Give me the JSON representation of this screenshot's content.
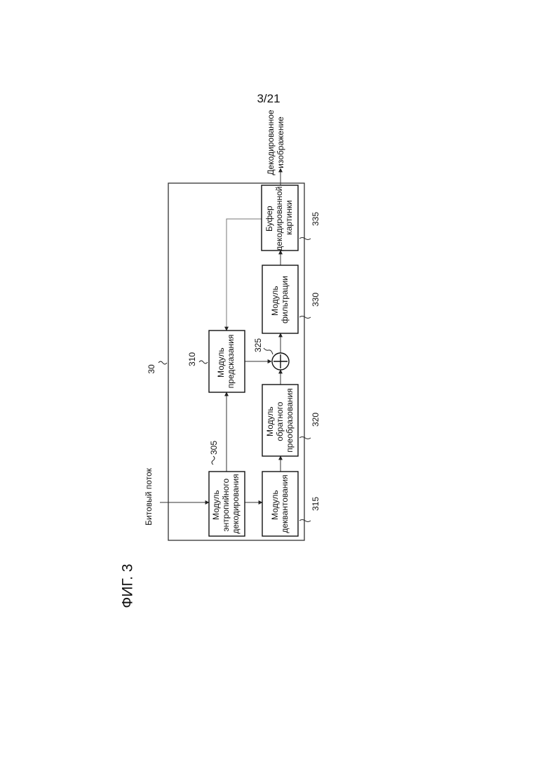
{
  "page": {
    "page_number": "3/21",
    "figure_label": "ФИГ. 3"
  },
  "decoder": {
    "ref": "30",
    "input_label": "Битовый поток",
    "output_label": [
      "Декодированное",
      "изображение"
    ],
    "adder_ref": "325",
    "modules": {
      "entropy": {
        "ref": "305",
        "lines": [
          "Модуль",
          "энтропийного",
          "декодирования"
        ]
      },
      "prediction": {
        "ref": "310",
        "lines": [
          "Модуль",
          "предсказания"
        ]
      },
      "dequant": {
        "ref": "315",
        "lines": [
          "Модуль",
          "деквантования"
        ]
      },
      "inverse": {
        "ref": "320",
        "lines": [
          "Модуль",
          "обратного",
          "преобразования"
        ]
      },
      "filter": {
        "ref": "330",
        "lines": [
          "Модуль",
          "фильтрации"
        ]
      },
      "buffer": {
        "ref": "335",
        "lines": [
          "Буфер",
          "декодированной",
          "картинки"
        ]
      }
    }
  }
}
